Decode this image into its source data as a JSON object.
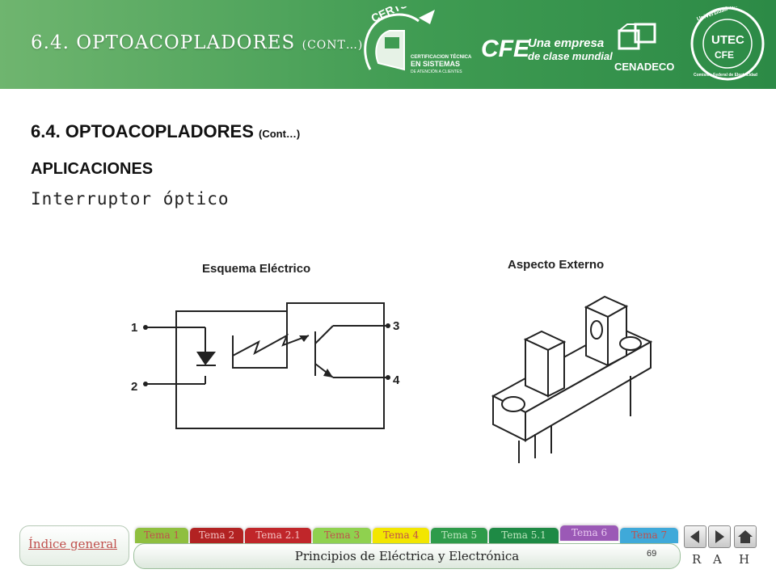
{
  "header": {
    "title": "6.4. OPTOACOPLADORES",
    "title_cont": "(CONT…)",
    "logos": {
      "certsac_word": "CERTSAC",
      "certsac_sub1": "CERTIFICACION TÉCNICA",
      "certsac_sub2": "EN SISTEMAS",
      "certsac_sub3": "DE ATENCIÓN A CLIENTES",
      "cfe_mark": "CFE",
      "cfe_slogan1": "Una empresa",
      "cfe_slogan2": "de clase mundial",
      "cenadeco": "CENADECO",
      "utec_top": "Universidad Tecnológica",
      "utec_mid": "UTEC",
      "utec_cfe": "CFE",
      "utec_bottom": "Comisión Federal de Electricidad"
    }
  },
  "content": {
    "heading": "6.4. OPTOACOPLADORES",
    "heading_cont": "(Cont…)",
    "subheading": "APLICACIONES",
    "text": "Interruptor óptico"
  },
  "diagrams": {
    "schematic_label": "Esquema Eléctrico",
    "aspect_label": "Aspecto  Externo",
    "pins": [
      "1",
      "2",
      "3",
      "4"
    ]
  },
  "footer": {
    "index_link": "Índice general",
    "course_title": "Principios de Eléctrica y Electrónica",
    "page_number": "69",
    "tabs": [
      {
        "label": "Tema 1",
        "bg": "#8fbf3f",
        "fg": "#c0504d"
      },
      {
        "label": "Tema 2",
        "bg": "#b22222",
        "fg": "#f3c0c0"
      },
      {
        "label": "Tema 2.1",
        "bg": "#c0262a",
        "fg": "#f3c0c0"
      },
      {
        "label": "Tema 3",
        "bg": "#8fd14f",
        "fg": "#c0504d"
      },
      {
        "label": "Tema 4",
        "bg": "#f2e600",
        "fg": "#c0504d"
      },
      {
        "label": "Tema 5",
        "bg": "#2e9b4a",
        "fg": "#bfe6bf"
      },
      {
        "label": "Tema 5.1",
        "bg": "#1e8a45",
        "fg": "#bfe6bf"
      },
      {
        "label": "Tema 6",
        "bg": "#9b59b6",
        "fg": "#e8c8f0"
      },
      {
        "label": "Tema 7",
        "bg": "#3fa9d9",
        "fg": "#c0504d"
      }
    ],
    "nav_letters": [
      "R",
      "A",
      "H"
    ]
  }
}
